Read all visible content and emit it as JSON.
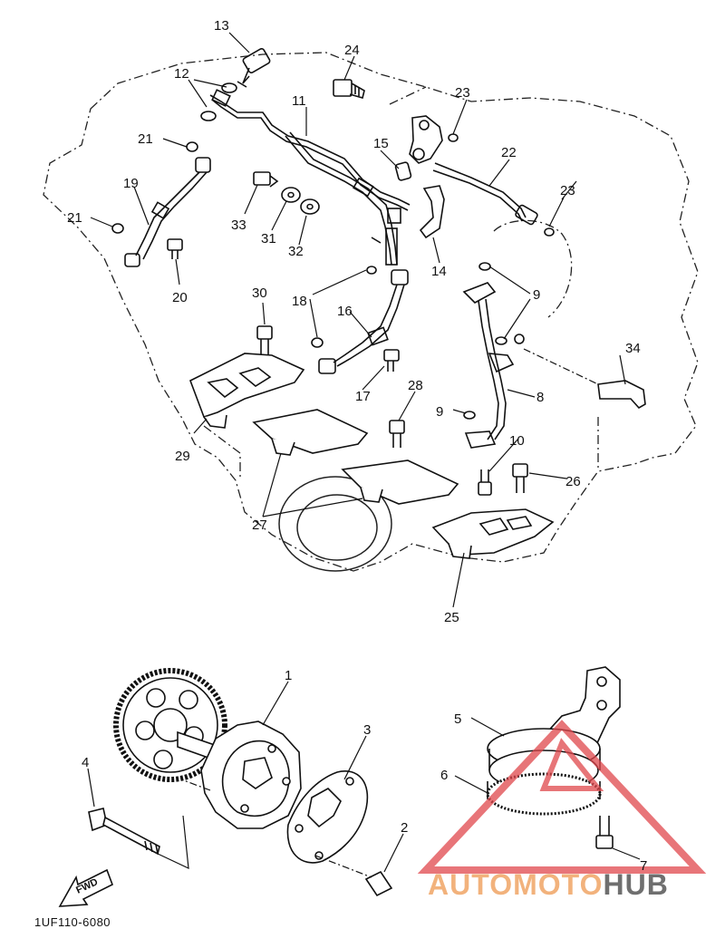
{
  "diagram": {
    "callouts": [
      {
        "id": "c1",
        "text": "1"
      },
      {
        "id": "c2",
        "text": "2"
      },
      {
        "id": "c3",
        "text": "3"
      },
      {
        "id": "c4",
        "text": "4"
      },
      {
        "id": "c5",
        "text": "5"
      },
      {
        "id": "c6",
        "text": "6"
      },
      {
        "id": "c7",
        "text": "7"
      },
      {
        "id": "c8",
        "text": "8"
      },
      {
        "id": "c9a",
        "text": "9"
      },
      {
        "id": "c9b",
        "text": "9"
      },
      {
        "id": "c10",
        "text": "10"
      },
      {
        "id": "c11",
        "text": "11"
      },
      {
        "id": "c12",
        "text": "12"
      },
      {
        "id": "c13",
        "text": "13"
      },
      {
        "id": "c14",
        "text": "14"
      },
      {
        "id": "c15",
        "text": "15"
      },
      {
        "id": "c16",
        "text": "16"
      },
      {
        "id": "c17",
        "text": "17"
      },
      {
        "id": "c18",
        "text": "18"
      },
      {
        "id": "c19",
        "text": "19"
      },
      {
        "id": "c20",
        "text": "20"
      },
      {
        "id": "c21a",
        "text": "21"
      },
      {
        "id": "c21b",
        "text": "21"
      },
      {
        "id": "c22",
        "text": "22"
      },
      {
        "id": "c23a",
        "text": "23"
      },
      {
        "id": "c23b",
        "text": "23"
      },
      {
        "id": "c24",
        "text": "24"
      },
      {
        "id": "c25",
        "text": "25"
      },
      {
        "id": "c26",
        "text": "26"
      },
      {
        "id": "c27",
        "text": "27"
      },
      {
        "id": "c28",
        "text": "28"
      },
      {
        "id": "c29",
        "text": "29"
      },
      {
        "id": "c30",
        "text": "30"
      },
      {
        "id": "c31",
        "text": "31"
      },
      {
        "id": "c32",
        "text": "32"
      },
      {
        "id": "c33",
        "text": "33"
      },
      {
        "id": "c34",
        "text": "34"
      }
    ],
    "fwd_arrow_text": "FWD",
    "drawing_code": "1UF110-6080"
  },
  "watermark": {
    "part1": "AUTO",
    "part2": "MOTO",
    "part3": "HUB",
    "color_light": "#f2b27c",
    "color_dark": "#6f6f6f",
    "triangle_color": "#e0474c"
  }
}
